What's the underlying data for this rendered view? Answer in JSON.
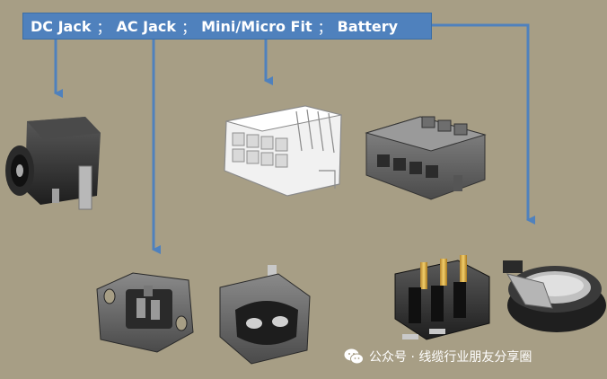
{
  "header": {
    "items": [
      "DC Jack",
      "AC Jack",
      "Mini/Micro Fit",
      "Battery"
    ],
    "separator": "；"
  },
  "watermark": {
    "text": "公众号 · 线缆行业朋友分享圈"
  },
  "colors": {
    "background": "#a79e85",
    "header_bg": "#4f81bd",
    "arrow": "#4f81bd",
    "header_text": "#ffffff"
  },
  "icons": [
    "wechat-icon"
  ]
}
